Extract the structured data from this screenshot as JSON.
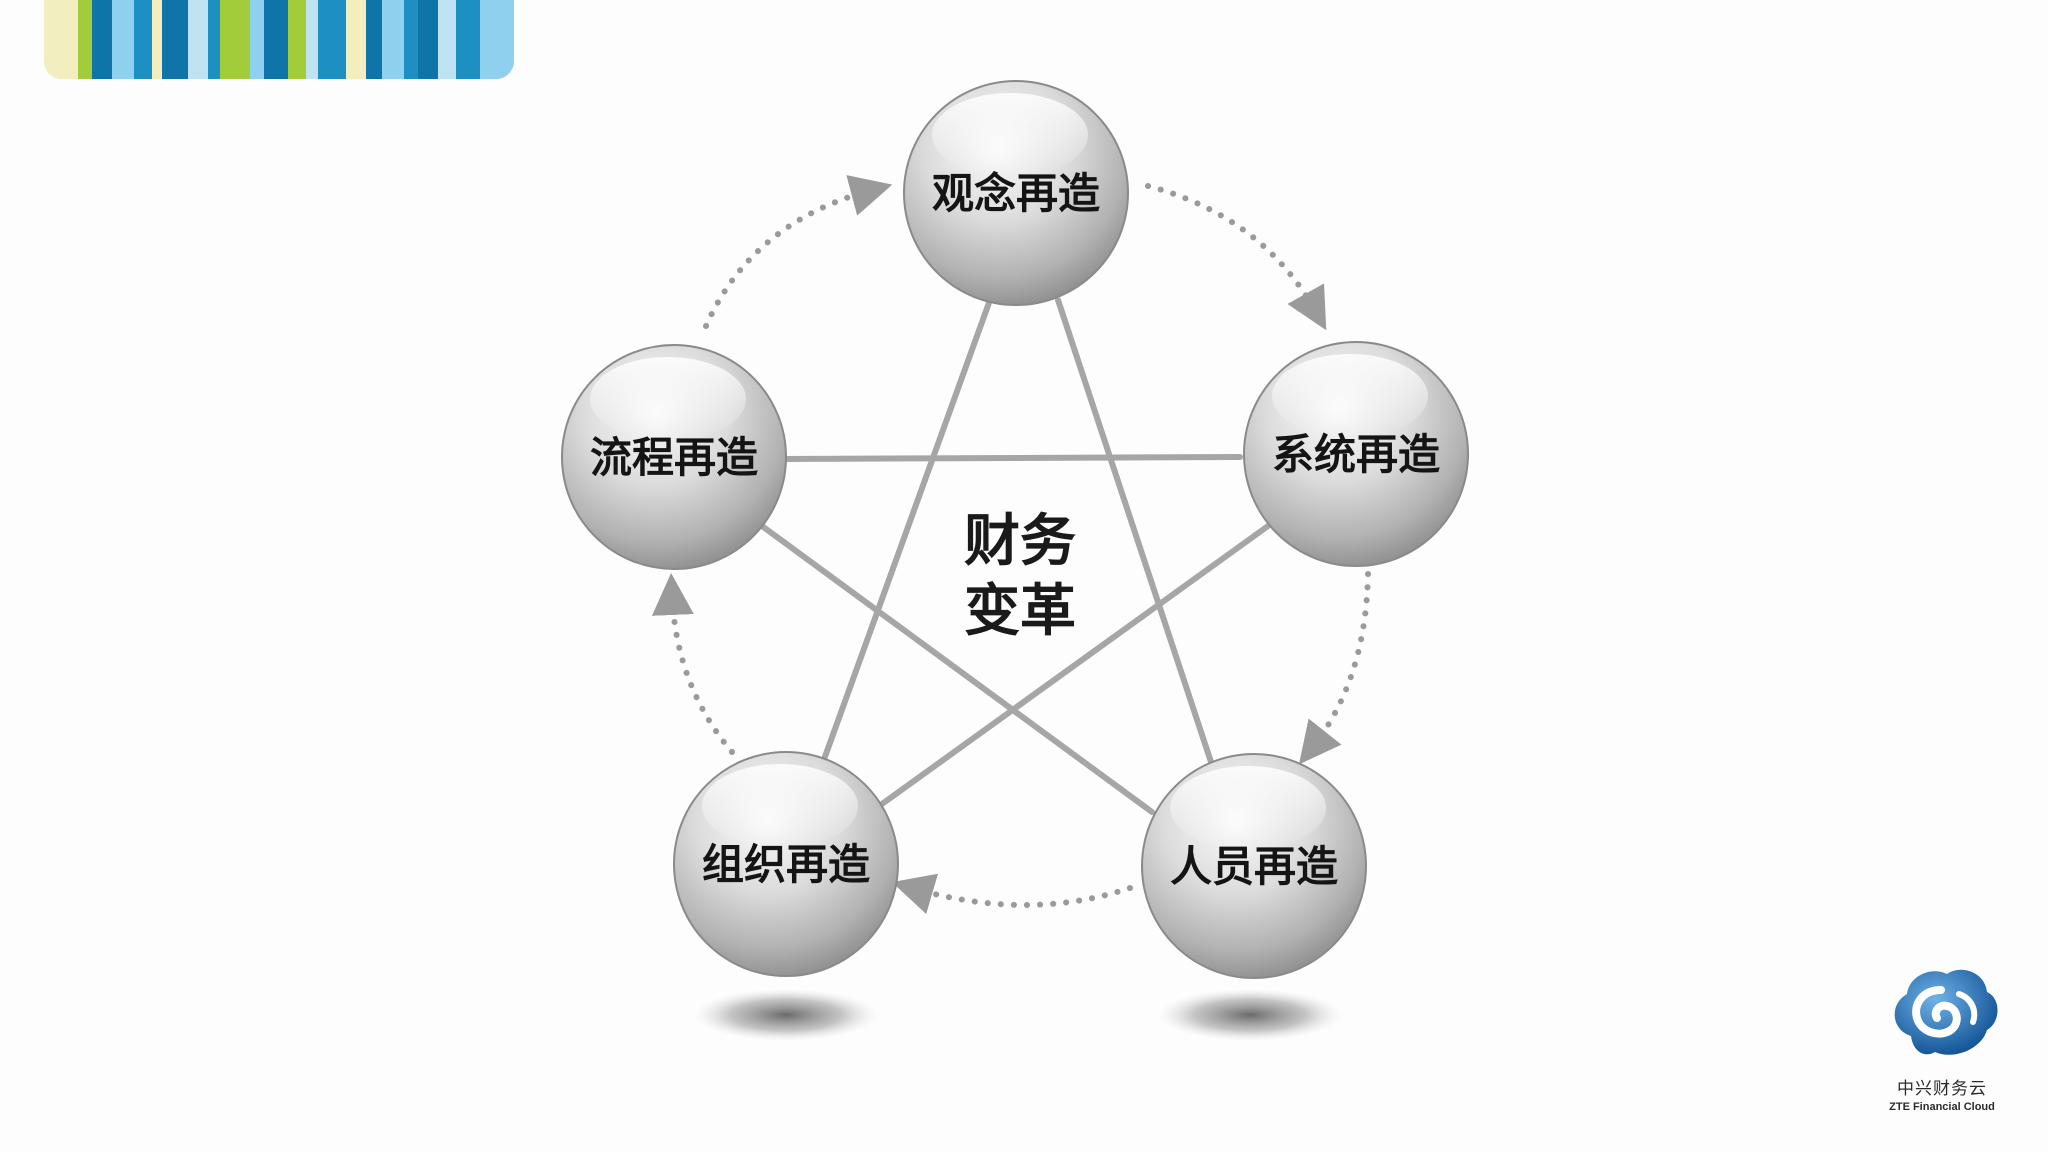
{
  "diagram": {
    "center_lines": [
      "财务",
      "变革"
    ],
    "nodes": [
      {
        "id": "top",
        "label": "观念再造"
      },
      {
        "id": "right",
        "label": "系统再造"
      },
      {
        "id": "bottom-right",
        "label": "人员再造"
      },
      {
        "id": "bottom-left",
        "label": "组织再造"
      },
      {
        "id": "left",
        "label": "流程再造"
      }
    ],
    "cycle_direction": "clockwise"
  },
  "logo": {
    "name_cn": "中兴财务云",
    "name_en": "ZTE Financial Cloud"
  },
  "colors": {
    "background": "#fdfdfd",
    "connector": "#a6a6a6",
    "arrow": "#9a9a9a",
    "sphere_light": "#f7f7f7",
    "sphere_dark": "#8f8f8f",
    "logo_blue": "#1f6fb5",
    "stripes": [
      "#f3eebf",
      "#1e8fc3",
      "#a3cc3a",
      "#8fd0ee",
      "#0f74a8",
      "#bfe3f2"
    ]
  }
}
